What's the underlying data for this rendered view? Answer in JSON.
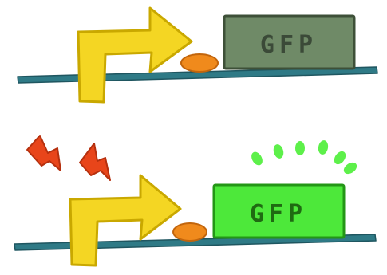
{
  "panels": [
    {
      "state": "off",
      "gene_label": "GFP",
      "gene_color": "#6f8a67",
      "label_color": "#3b4a38"
    },
    {
      "state": "on",
      "gene_label": "GFP",
      "gene_color": "#4de83a",
      "label_color": "#1f6a12",
      "glow_dot_count": 6
    }
  ],
  "colors": {
    "dna_strand": "#2f7a86",
    "promoter_arrow": "#f4d623",
    "promoter_outline": "#c9a800",
    "repressor_blob": "#f08a1c",
    "signal_bolt": "#e8451a",
    "glow_dots": "#5df04a"
  },
  "icons": {
    "promoter": "bent-arrow-icon",
    "repressor": "oval-blob-icon",
    "signal": "lightning-bolt-icon",
    "fluorescence": "glow-dot-icon"
  }
}
